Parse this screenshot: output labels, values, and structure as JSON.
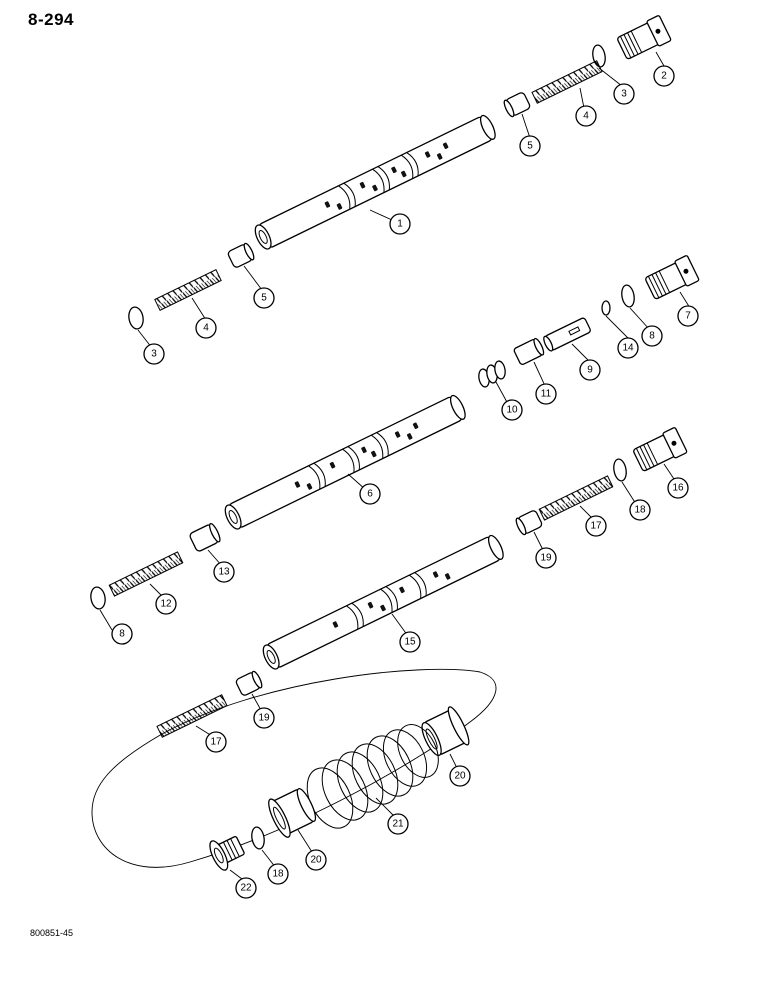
{
  "page": {
    "number": "8-294",
    "figure_code": "800851-45"
  },
  "callouts": [
    {
      "id": "c2a",
      "label": "2"
    },
    {
      "id": "c3a",
      "label": "3"
    },
    {
      "id": "c4a",
      "label": "4"
    },
    {
      "id": "c5a",
      "label": "5"
    },
    {
      "id": "c1",
      "label": "1"
    },
    {
      "id": "c5b",
      "label": "5"
    },
    {
      "id": "c4b",
      "label": "4"
    },
    {
      "id": "c3b",
      "label": "3"
    },
    {
      "id": "c7",
      "label": "7"
    },
    {
      "id": "c8a",
      "label": "8"
    },
    {
      "id": "c14",
      "label": "14"
    },
    {
      "id": "c9",
      "label": "9"
    },
    {
      "id": "c11",
      "label": "11"
    },
    {
      "id": "c10",
      "label": "10"
    },
    {
      "id": "c6",
      "label": "6"
    },
    {
      "id": "c16",
      "label": "16"
    },
    {
      "id": "c18a",
      "label": "18"
    },
    {
      "id": "c17a",
      "label": "17"
    },
    {
      "id": "c19a",
      "label": "19"
    },
    {
      "id": "c13",
      "label": "13"
    },
    {
      "id": "c12",
      "label": "12"
    },
    {
      "id": "c8b",
      "label": "8"
    },
    {
      "id": "c15",
      "label": "15"
    },
    {
      "id": "c19b",
      "label": "19"
    },
    {
      "id": "c17b",
      "label": "17"
    },
    {
      "id": "c20a",
      "label": "20"
    },
    {
      "id": "c21",
      "label": "21"
    },
    {
      "id": "c20b",
      "label": "20"
    },
    {
      "id": "c18b",
      "label": "18"
    },
    {
      "id": "c22",
      "label": "22"
    }
  ]
}
